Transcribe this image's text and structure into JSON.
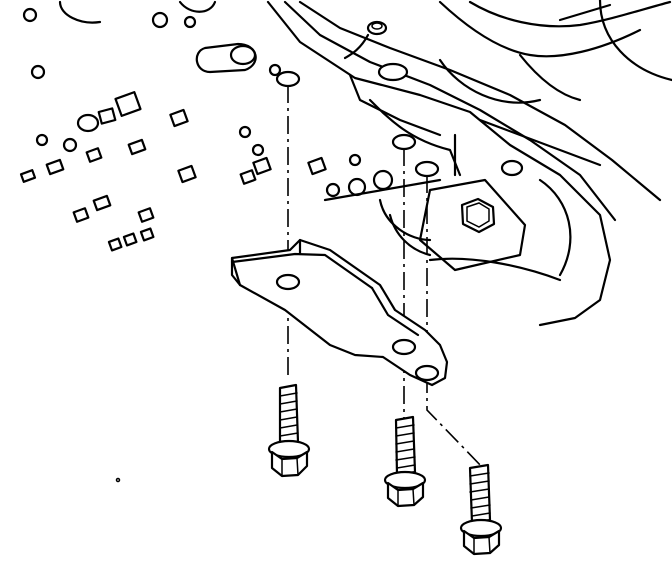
{
  "diagram": {
    "style": "line-art",
    "stroke_color": "#000000",
    "background_color": "#ffffff",
    "parts": [
      {
        "kind": "bracket",
        "count": 1
      },
      {
        "kind": "flange-bolt",
        "count": 3
      },
      {
        "kind": "mounting-hole",
        "count": 3
      }
    ]
  }
}
